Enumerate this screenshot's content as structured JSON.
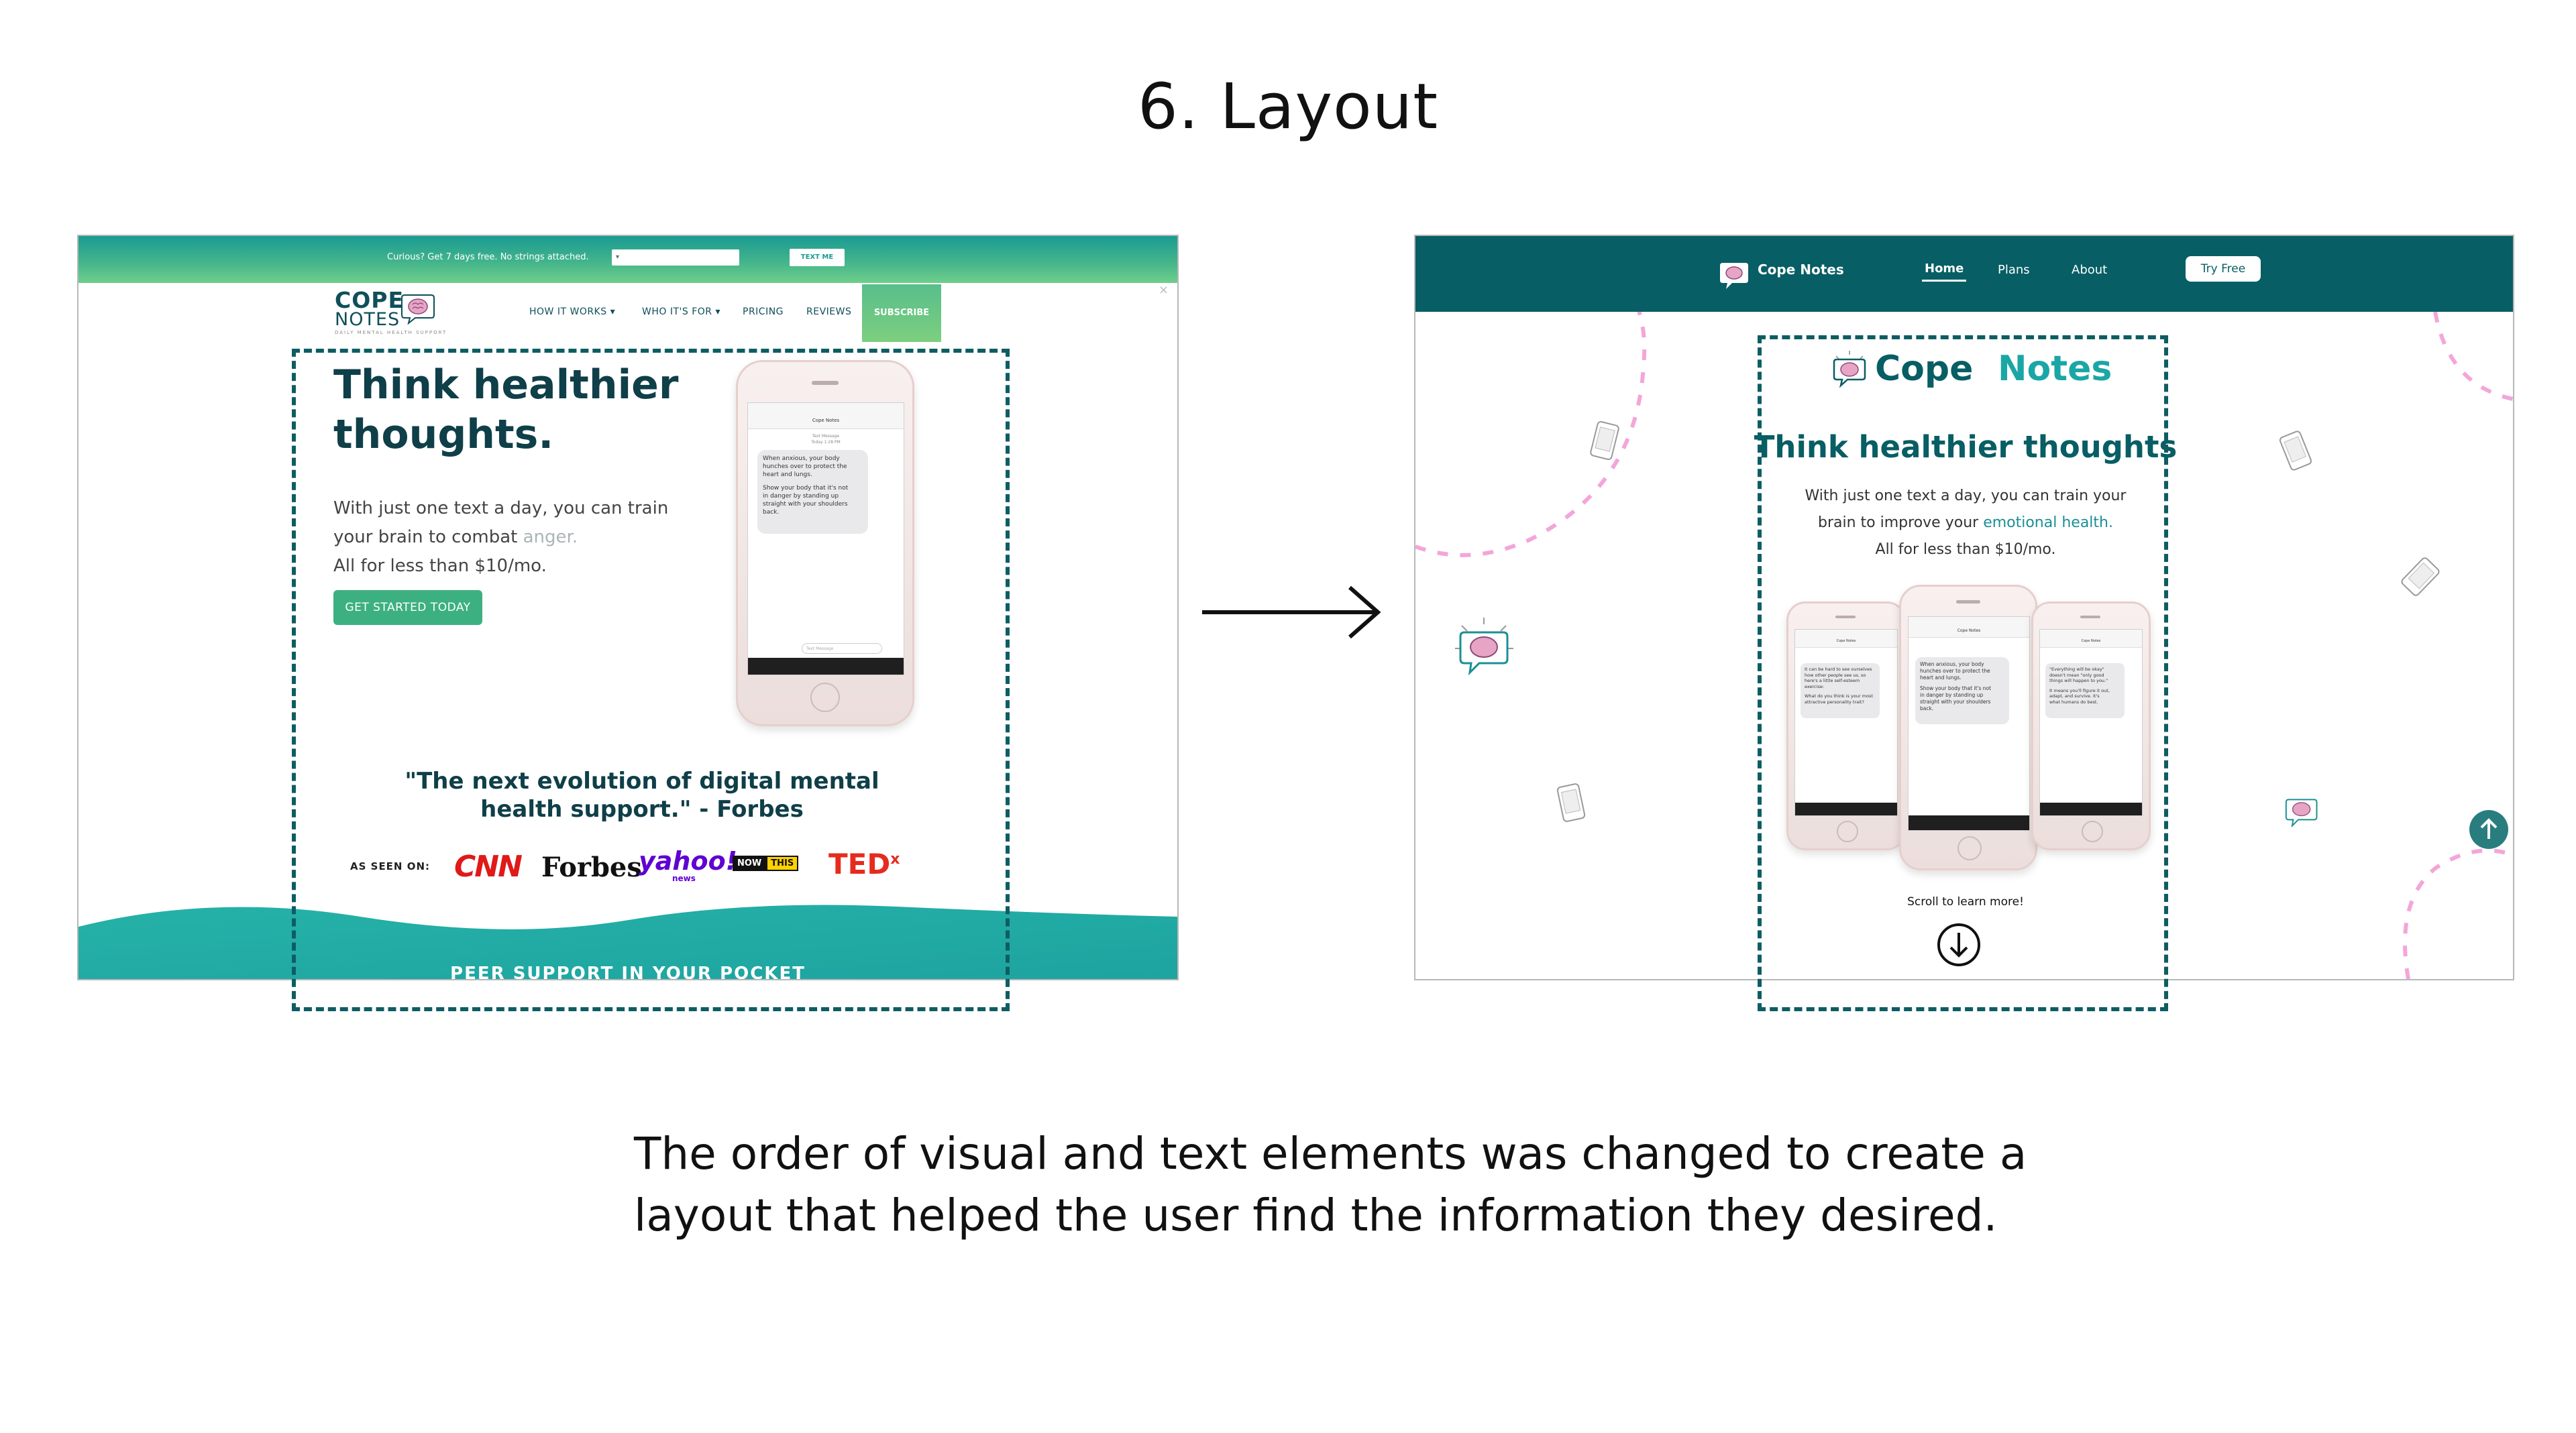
{
  "slide": {
    "title": "6. Layout",
    "caption_line1": "The order of visual and text elements was changed to create a",
    "caption_line2": "layout that helped the user find the information they desired."
  },
  "before": {
    "topbar_text": "Curious? Get 7 days free. No strings attached.",
    "phone_placeholder": "▾",
    "text_me_label": "TEXT ME",
    "logo_line1": "COPE",
    "logo_line2": "NOTES",
    "logo_tagline": "DAILY MENTAL HEALTH SUPPORT",
    "nav": [
      "HOW IT WORKS ▾",
      "WHO IT'S FOR ▾",
      "PRICING",
      "REVIEWS"
    ],
    "subscribe_label": "SUBSCRIBE",
    "close_glyph": "×",
    "headline_line1": "Think healthier",
    "headline_line2": "thoughts.",
    "body_line1": "With just one text a day, you can train",
    "body_line2_pre": "your brain to combat ",
    "body_line2_accent": "anger.",
    "body_line3": "All for less than $10/mo.",
    "cta_label": "GET STARTED TODAY",
    "quote_line1": "\"The next evolution of digital mental",
    "quote_line2": "health support.\" - Forbes",
    "as_seen_on": "AS SEEN ON:",
    "press": {
      "cnn": "CNN",
      "forbes": "Forbes",
      "yahoo": "yahoo!",
      "yahoo_sub": "news",
      "now": "NOW",
      "this": "THIS",
      "ted": "TED",
      "ted_x": "x"
    },
    "peer_support": "PEER SUPPORT IN YOUR POCKET",
    "phone": {
      "contact": "Cope Notes",
      "meta1": "Text Message",
      "meta2": "Today 1:28 PM",
      "msg_line1": "When anxious, your body",
      "msg_line2": "hunches over to protect the",
      "msg_line3": "heart and lungs.",
      "msg_line4": "Show your body that it's not",
      "msg_line5": "in danger by standing up",
      "msg_line6": "straight with your shoulders",
      "msg_line7": "back.",
      "input_placeholder": "Text Message"
    }
  },
  "after": {
    "nav_logo": "Cope Notes",
    "nav_home": "Home",
    "nav_plans": "Plans",
    "nav_about": "About",
    "try_free": "Try Free",
    "brand_cope": "Cope",
    "brand_notes": "Notes",
    "headline": "Think healthier thoughts",
    "body_line1": "With just one text a day, you can train your",
    "body_line2_pre": "brain to improve your ",
    "body_line2_accent": "emotional health.",
    "body_line3": "All for less than $10/mo.",
    "scroll_text": "Scroll to learn more!",
    "phones": {
      "contact": "Cope Notes",
      "left_msg": [
        "It can be hard to see ourselves",
        "how other people see us, so",
        "here's a little self-esteem",
        "exercise:",
        "",
        "What do you think is your most",
        "attractive personality trait?"
      ],
      "center_msg": [
        "When anxious, your body",
        "hunches over to protect the",
        "heart and lungs.",
        "",
        "Show your body that it's not",
        "in danger by standing up",
        "straight with your shoulders",
        "back."
      ],
      "right_msg": [
        "\"Everything will be okay\"",
        "doesn't mean \"only good",
        "things will happen to you.\"",
        "",
        "It means you'll figure it out,",
        "adapt, and survive. It's",
        "what humans do best."
      ]
    }
  },
  "colors": {
    "before_teal": "#1a9b93",
    "before_green": "#3db081",
    "before_navy": "#0f3f48",
    "after_teal": "#075e64",
    "after_accent": "#1ba6a6",
    "dashed_box": "#0d5d63",
    "decor_pink": "#f3a6d8"
  },
  "icons": [
    "brain-speech-icon",
    "arrow-right-icon",
    "arrow-down-circle-icon",
    "arrow-up-circle-icon",
    "phone-doodle-icon"
  ]
}
